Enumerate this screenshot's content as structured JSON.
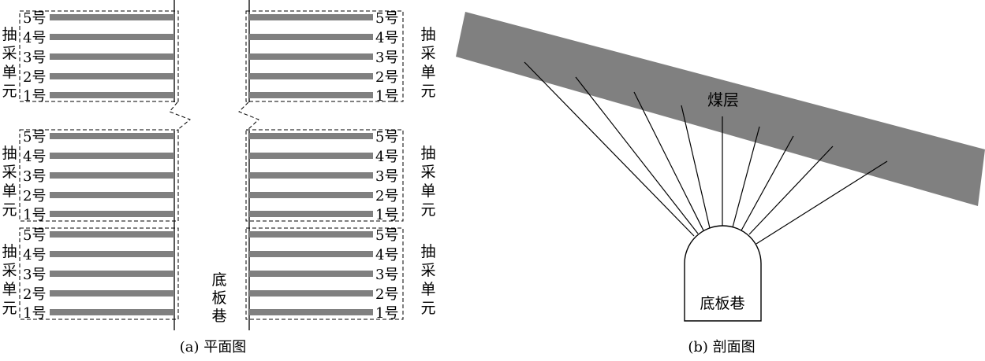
{
  "colors": {
    "bar": "#808080",
    "line": "#000000"
  },
  "plan": {
    "caption": "(a)  平面图",
    "unit_label_chars": [
      "抽",
      "采",
      "单",
      "元"
    ],
    "hole_labels": [
      "5号",
      "4号",
      "3号",
      "2号",
      "1号"
    ],
    "roadway_label_chars": [
      "底",
      "板",
      "巷"
    ],
    "unit_count_per_side": 3
  },
  "section": {
    "caption": "(b)  剖面图",
    "seam_label": "煤层",
    "roadway_label": "底板巷",
    "borehole_count": 9
  }
}
